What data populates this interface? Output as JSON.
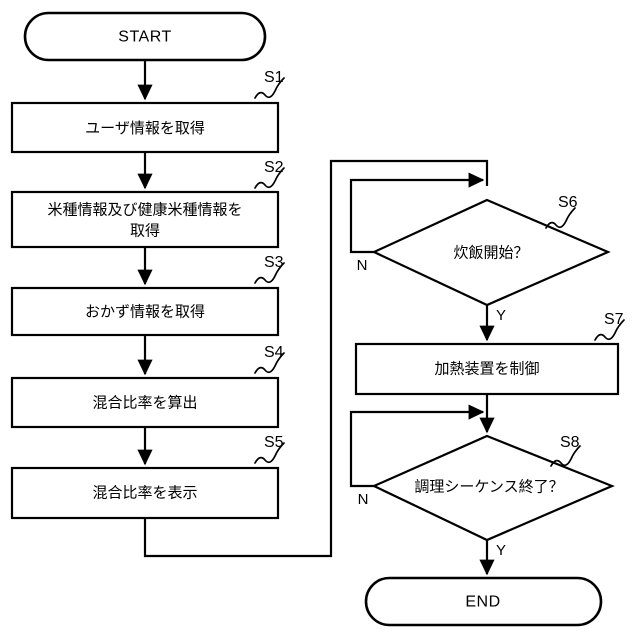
{
  "diagram": {
    "type": "flowchart",
    "title": "",
    "language": "ja",
    "terminals": {
      "start": "START",
      "end": "END"
    },
    "steps": [
      {
        "id": "S1",
        "tag": "S1",
        "shape": "process",
        "text": "ユーザ情報を取得",
        "lines": [
          "ユーザ情報を取得"
        ]
      },
      {
        "id": "S2",
        "tag": "S2",
        "shape": "process",
        "text": "米種情報及び健康米種情報を取得",
        "lines": [
          "米種情報及び健康米種情報を",
          "取得"
        ]
      },
      {
        "id": "S3",
        "tag": "S3",
        "shape": "process",
        "text": "おかず情報を取得",
        "lines": [
          "おかず情報を取得"
        ]
      },
      {
        "id": "S4",
        "tag": "S4",
        "shape": "process",
        "text": "混合比率を算出",
        "lines": [
          "混合比率を算出"
        ]
      },
      {
        "id": "S5",
        "tag": "S5",
        "shape": "process",
        "text": "混合比率を表示",
        "lines": [
          "混合比率を表示"
        ]
      },
      {
        "id": "S6",
        "tag": "S6",
        "shape": "decision",
        "text": "炊飯開始？",
        "lines": [
          "炊飯開始？"
        ]
      },
      {
        "id": "S7",
        "tag": "S7",
        "shape": "process",
        "text": "加熱装置を制御",
        "lines": [
          "加熱装置を制御"
        ]
      },
      {
        "id": "S8",
        "tag": "S8",
        "shape": "decision",
        "text": "調理シーケンス終了？",
        "lines": [
          "調理シーケンス終了？"
        ]
      }
    ],
    "branch_labels": {
      "s6_no": "N",
      "s6_yes": "Y",
      "s8_no": "N",
      "s8_yes": "Y"
    },
    "colors": {
      "stroke": "#000000",
      "fill": "#ffffff",
      "background": "#ffffff"
    }
  }
}
